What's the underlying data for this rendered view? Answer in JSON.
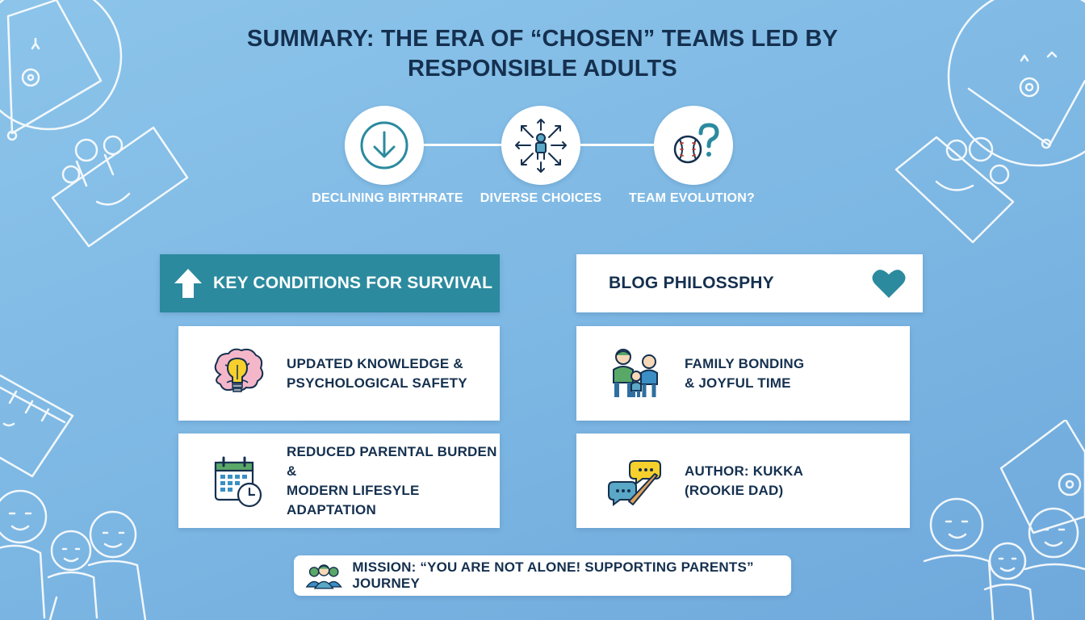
{
  "title": {
    "line1": "SUMMARY: THE ERA OF “CHOSEN” TEAMS LED BY",
    "line2": "RESPONSIBLE ADULTS"
  },
  "steps": [
    {
      "label": "DECLINING BIRTHRATE",
      "icon": "down-arrow-icon"
    },
    {
      "label": "DIVERSE CHOICES",
      "icon": "player-arrows-icon"
    },
    {
      "label": "TEAM EVOLUTION?",
      "icon": "baseball-question-icon"
    }
  ],
  "key_conditions": {
    "heading": "KEY CONDITIONS FOR SURVIVAL",
    "items": [
      {
        "line1": "UPDATED KNOWLEDGE &",
        "line2": "PSYCHOLOGICAL SAFETY",
        "icon": "brain-lightbulb-icon"
      },
      {
        "line1": "REDUCED PARENTAL BURDEN &",
        "line2": "MODERN LIFESYLE ADAPTATION",
        "icon": "calendar-clock-icon"
      }
    ]
  },
  "blog_philosophy": {
    "heading": "BLOG PHILOSSPHY",
    "items": [
      {
        "line1": "FAMILY BONDING",
        "line2": "& JOYFUL TIME",
        "icon": "family-icon"
      },
      {
        "line1": "AUTHOR: KUKKA",
        "line2": "(ROOKIE DAD)",
        "icon": "chat-bat-icon"
      }
    ]
  },
  "mission": {
    "text": "MISSION: “YOU ARE NOT ALONE! SUPPORTING PARENTS” JOURNEY",
    "icon": "group-icon"
  },
  "colors": {
    "background": "#80bbe5",
    "teal": "#2b8a9e",
    "navy": "#15304f",
    "white": "#ffffff"
  }
}
